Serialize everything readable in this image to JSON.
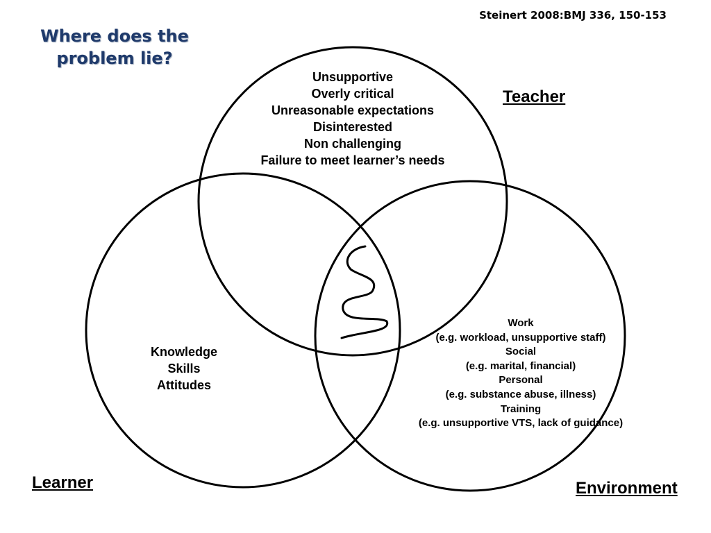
{
  "citation": "Steinert 2008:BMJ 336, 150-153",
  "title": "Where does the problem lie?",
  "circles": {
    "teacher": {
      "label": "Teacher",
      "items": [
        "Unsupportive",
        "Overly critical",
        "Unreasonable expectations",
        "Disinterested",
        "Non challenging",
        "Failure to meet learner’s needs"
      ]
    },
    "learner": {
      "label": "Learner",
      "items": [
        "Knowledge",
        "Skills",
        "Attitudes"
      ]
    },
    "environment": {
      "label": "Environment",
      "items": [
        "Work",
        "(e.g. workload, unsupportive staff)",
        "Social",
        "(e.g. marital, financial)",
        "Personal",
        "(e.g. substance abuse, illness)",
        "Training",
        "(e.g. unsupportive VTS, lack of guidance)"
      ]
    }
  }
}
